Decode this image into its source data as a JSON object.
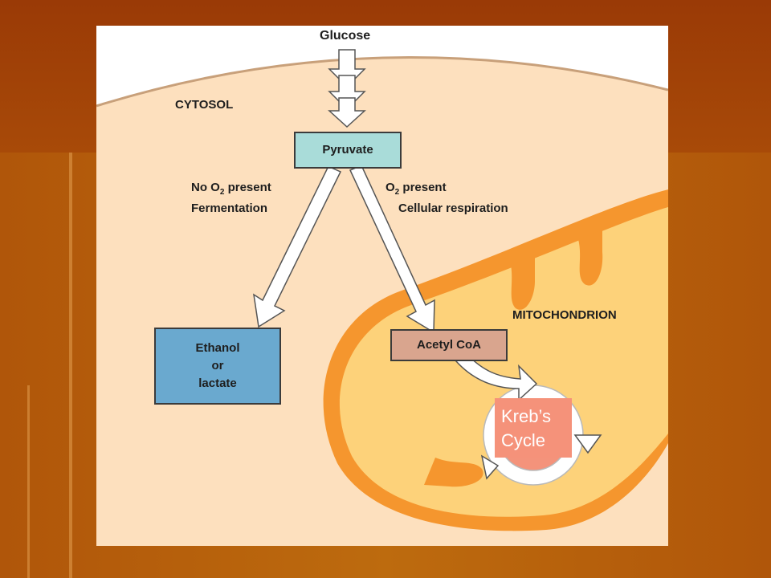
{
  "slide": {
    "colors": {
      "background": "#a44a08",
      "stripe": "#e3a45a"
    }
  },
  "diagram": {
    "colors": {
      "cytosol": "#fde0be",
      "mitochondrion_membrane": "#f5962e",
      "mitochondrion_matrix": "#fdd27a",
      "pyruvate_box": "#a9dcd9",
      "ethanol_box": "#6aa9cf",
      "acetyl_box": "#d9a58e",
      "krebs_inner": "#f4937b",
      "arrow_fill": "#ffffff"
    },
    "labels": {
      "glucose": "Glucose",
      "cytosol": "CYTOSOL",
      "mitochondrion": "MITOCHONDRION",
      "no_o2_line1_pre": "No O",
      "no_o2_sub": "2",
      "no_o2_line1_post": " present",
      "no_o2_line2": "Fermentation",
      "o2_line1_pre": "O",
      "o2_sub": "2",
      "o2_line1_post": " present",
      "o2_line2": "Cellular respiration"
    },
    "boxes": {
      "pyruvate": "Pyruvate",
      "ethanol_line1": "Ethanol",
      "ethanol_line2": "or",
      "ethanol_line3": "lactate",
      "acetyl_coa": "Acetyl CoA"
    },
    "krebs": {
      "line1": "Kreb’s",
      "line2": "Cycle"
    }
  }
}
